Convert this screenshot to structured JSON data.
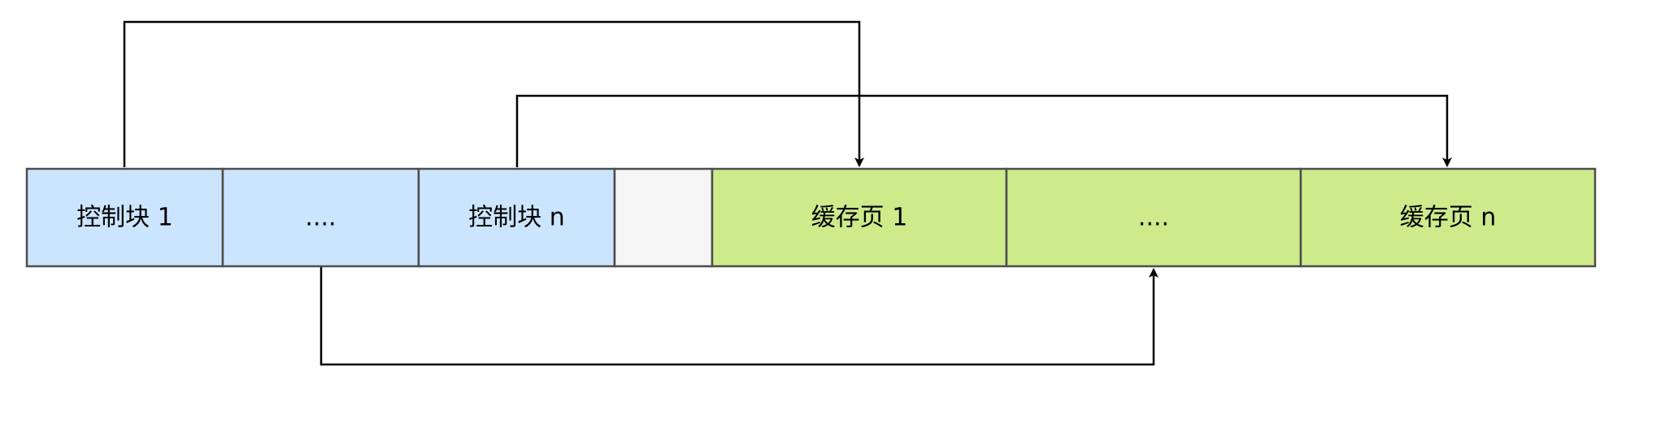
{
  "diagram": {
    "colors": {
      "control_fill": "#cce5ff",
      "page_fill": "#cdeb8b",
      "gap_fill": "#f5f5f5",
      "border": "#4d4d4d",
      "connector": "#000000"
    },
    "cells": [
      {
        "kind": "control",
        "label": "控制块 1"
      },
      {
        "kind": "control",
        "label": "...."
      },
      {
        "kind": "control",
        "label": "控制块 n"
      },
      {
        "kind": "gap",
        "label": ""
      },
      {
        "kind": "page",
        "label": "缓存页 1"
      },
      {
        "kind": "page",
        "label": "...."
      },
      {
        "kind": "page",
        "label": "缓存页 n"
      }
    ],
    "connections": [
      {
        "from": "控制块 1",
        "to": "缓存页 1"
      },
      {
        "from": "控制块 n",
        "to": "缓存页 n"
      },
      {
        "from": "....",
        "to": "...."
      }
    ]
  }
}
